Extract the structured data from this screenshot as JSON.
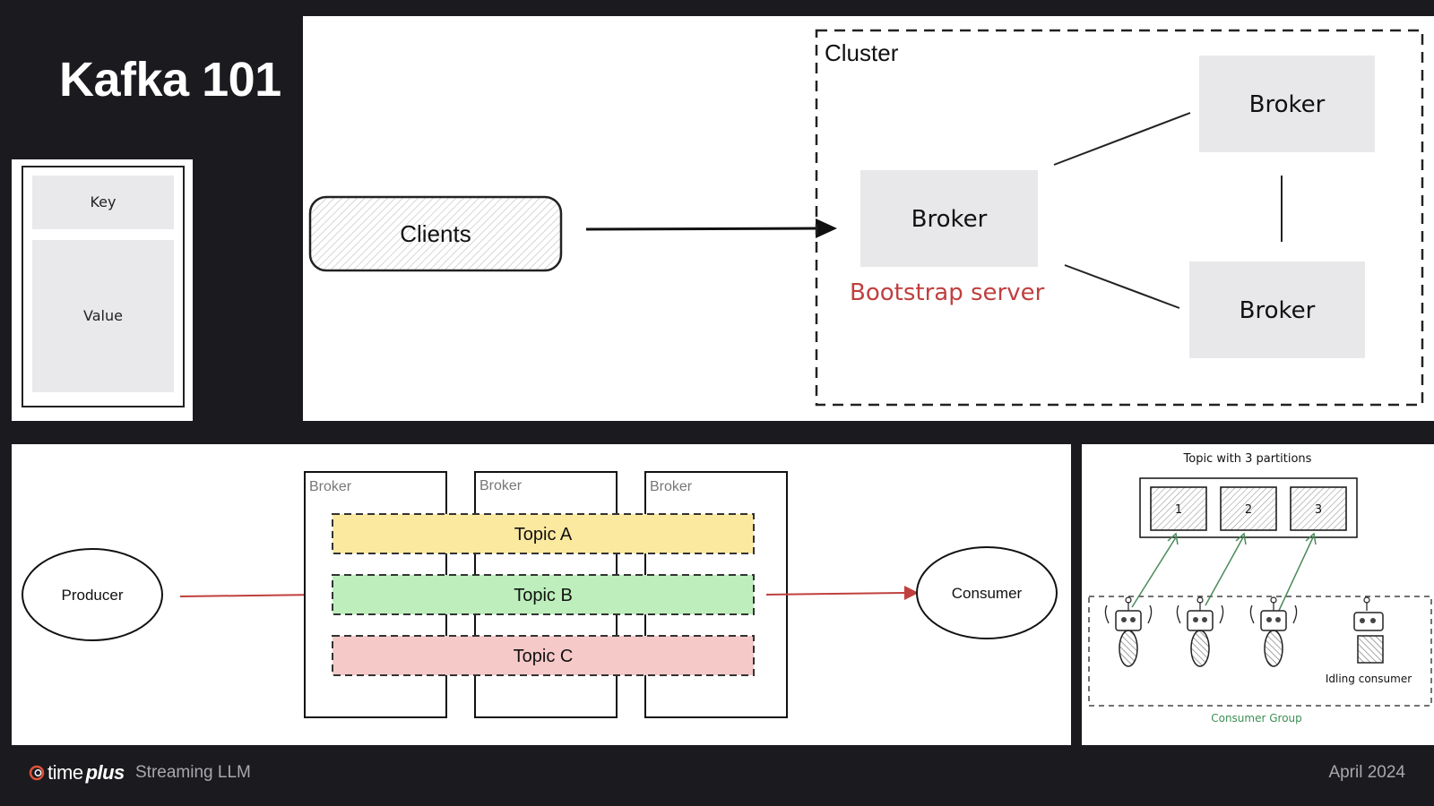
{
  "slide": {
    "title": "Kafka 101"
  },
  "message_diagram": {
    "key_label": "Key",
    "value_label": "Value"
  },
  "cluster_diagram": {
    "clients_label": "Clients",
    "cluster_label": "Cluster",
    "broker_labels": [
      "Broker",
      "Broker",
      "Broker"
    ],
    "bootstrap_label": "Bootstrap server",
    "colors": {
      "bootstrap": "#c0403f",
      "broker_fill": "#e8e8ea"
    }
  },
  "topics_diagram": {
    "producer_label": "Producer",
    "consumer_label": "Consumer",
    "broker_labels": [
      "Broker",
      "Broker",
      "Broker"
    ],
    "topics": [
      {
        "label": "Topic A",
        "color": "#fbe9a0"
      },
      {
        "label": "Topic B",
        "color": "#bdeebc"
      },
      {
        "label": "Topic C",
        "color": "#f6c9c9"
      }
    ],
    "arrow_color": "#c0403f"
  },
  "partitions_diagram": {
    "title": "Topic with 3 partitions",
    "partitions": [
      "1",
      "2",
      "3"
    ],
    "idle_label": "Idling consumer",
    "group_label": "Consumer Group",
    "colors": {
      "group_label": "#3c8f54",
      "arrow": "#4a8a5a"
    }
  },
  "footer": {
    "brand_time": "time",
    "brand_plus": "plus",
    "tagline": "Streaming LLM",
    "date": "April 2024"
  }
}
